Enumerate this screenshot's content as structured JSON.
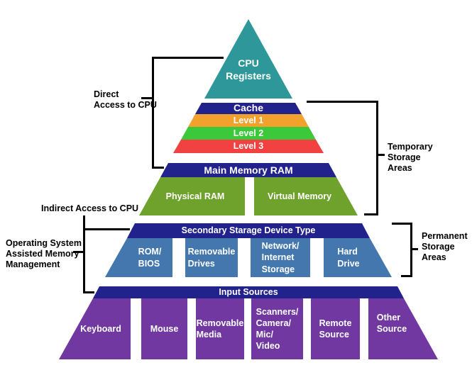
{
  "pyramid": {
    "cpu_registers": "CPU\nRegisters",
    "cache": {
      "header": "Cache",
      "level1": "Level 1",
      "level2": "Level 2",
      "level3": "Level 3"
    },
    "main_memory": {
      "header": "Main Memory RAM",
      "physical": "Physical RAM",
      "virtual": "Virtual Memory"
    },
    "secondary_storage": {
      "header": "Secondary Starage Device Type",
      "rom_bios": "ROM/\nBIOS",
      "removable_drives": "Removable\nDrives",
      "network": "Network/\nInternet\nStorage",
      "hard_drive": "Hard\nDrive"
    },
    "input_sources": {
      "header": "Input Sources",
      "keyboard": "Keyboard",
      "mouse": "Mouse",
      "removable_media": "Removable\nMedia",
      "scanners": "Scanners/\nCamera/\nMic/\nVideo",
      "remote": "Remote\nSource",
      "other": "Other\nSource"
    }
  },
  "annotations": {
    "direct_access": "Direct\nAccess to CPU",
    "indirect_access": "Indirect Access to CPU",
    "os_assisted": "Operating System\nAssisted Memory\nManagement",
    "temporary": "Temporary\nStorage\nAreas",
    "permanent": "Permanent\nStorage\nAreas"
  },
  "colors": {
    "teal": "#2E9799",
    "navy": "#22228C",
    "orange": "#F2A12C",
    "green": "#3BC83B",
    "red": "#F14141",
    "olive": "#6FA12D",
    "steel_blue": "#4377AE",
    "purple": "#7038A0",
    "line": "#000000",
    "background": "#FFFFFF"
  }
}
